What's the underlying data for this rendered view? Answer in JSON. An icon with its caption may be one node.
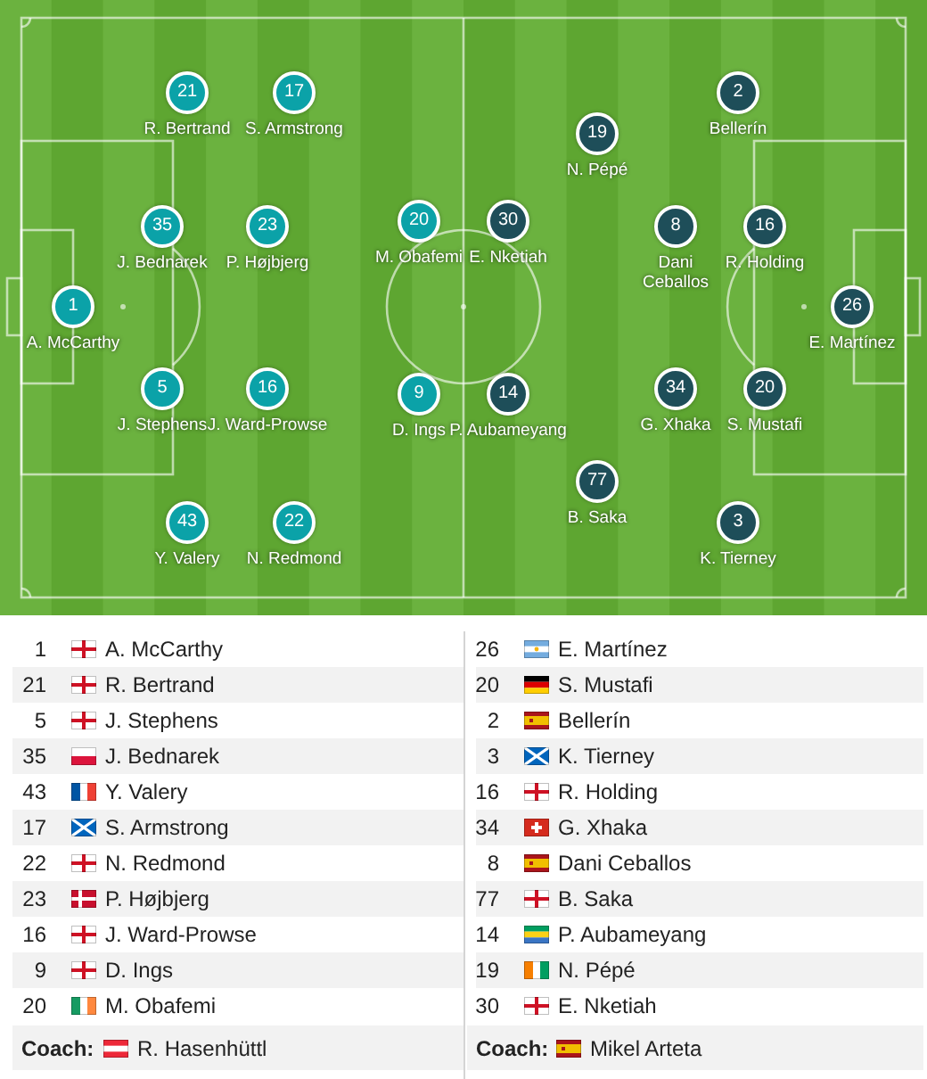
{
  "diagram": {
    "nodes": [
      {
        "text": [
          "1"
        ],
        "beside": [
          "A. McCarthy"
        ]
      },
      {
        "text": [
          "21"
        ],
        "beside": [
          "R. Bertrand"
        ]
      },
      {
        "text": [
          "5"
        ],
        "beside": [
          "J. Stephens"
        ]
      },
      {
        "text": [
          "35"
        ],
        "beside": [
          "J. Bednarek"
        ]
      },
      {
        "text": [
          "43"
        ],
        "beside": [
          "Y. Valery"
        ]
      },
      {
        "text": [
          "17"
        ],
        "beside": [
          "S. Armstrong"
        ]
      },
      {
        "text": [
          "22"
        ],
        "beside": [
          "N. Redmond"
        ]
      },
      {
        "text": [
          "23"
        ],
        "beside": [
          "P. Højbjerg"
        ]
      },
      {
        "text": [
          "16"
        ],
        "beside": [
          "J. Ward-Prowse"
        ]
      },
      {
        "text": [
          "9"
        ],
        "beside": [
          "D. Ings"
        ]
      },
      {
        "text": [
          "20"
        ],
        "beside": [
          "M. Obafemi"
        ]
      },
      {
        "text": [
          "26"
        ],
        "beside": [
          "E. Martínez"
        ]
      },
      {
        "text": [
          "20"
        ],
        "beside": [
          "S. Mustafi"
        ]
      },
      {
        "text": [
          "2"
        ],
        "beside": [
          "Bellerín"
        ]
      },
      {
        "text": [
          "3"
        ],
        "beside": [
          "K. Tierney"
        ]
      },
      {
        "text": [
          "16"
        ],
        "beside": [
          "R. Holding"
        ]
      },
      {
        "text": [
          "34"
        ],
        "beside": [
          "G. Xhaka"
        ]
      },
      {
        "text": [
          "8"
        ],
        "beside": [
          "Dani Ceballos"
        ]
      },
      {
        "text": [
          "77"
        ],
        "beside": [
          "B. Saka"
        ]
      },
      {
        "text": [
          "14"
        ],
        "beside": [
          "P. Aubameyang"
        ]
      },
      {
        "text": [
          "19"
        ],
        "beside": [
          "N. Pépé"
        ]
      },
      {
        "text": [
          "30"
        ],
        "beside": [
          "E. Nketiah"
        ]
      }
    ],
    "labels": [
      "1",
      "A. McCarthy",
      "26",
      "E. Martínez",
      "21",
      "R. Bertrand",
      "20",
      "S. Mustafi",
      "5",
      "J. Stephens",
      "2",
      "Bellerín",
      "35",
      "J. Bednarek",
      "3",
      "K. Tierney",
      "43",
      "Y. Valery",
      "16",
      "R. Holding",
      "17",
      "S. Armstrong",
      "34",
      "G. Xhaka",
      "22",
      "N. Redmond",
      "8",
      "Dani Ceballos",
      "23",
      "P. Højbjerg",
      "77",
      "B. Saka",
      "16",
      "J. Ward-Prowse",
      "14",
      "P. Aubameyang",
      "9",
      "D. Ings",
      "19",
      "N. Pépé",
      "20",
      "M. Obafemi",
      "30",
      "E. Nketiah",
      "Coach:",
      "R. Hasenhüttl",
      "Coach:",
      "Mikel Arteta"
    ]
  }
}
